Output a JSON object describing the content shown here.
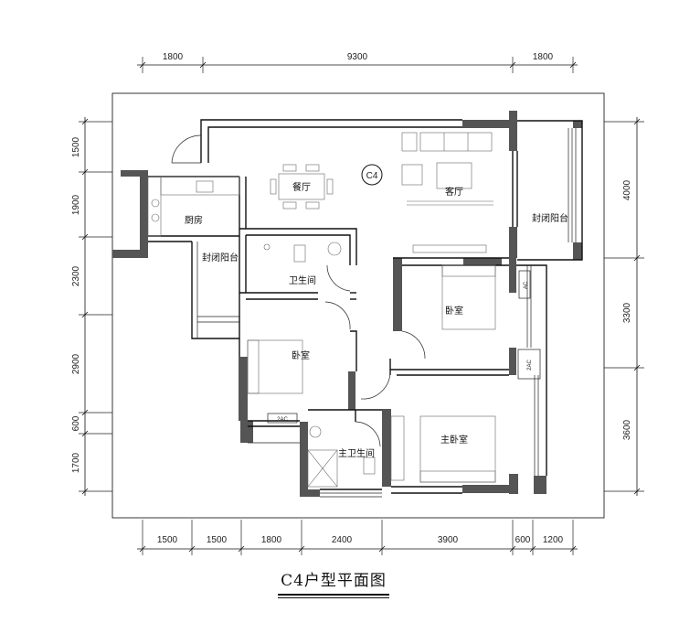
{
  "title": "C4户型平面图",
  "unit_tag": "C4",
  "dimensions": {
    "top": [
      "1800",
      "9300",
      "1800"
    ],
    "bottom": [
      "1500",
      "1500",
      "1800",
      "2400",
      "3900",
      "600",
      "1200"
    ],
    "left": [
      "1500",
      "1900",
      "2300",
      "2900",
      "600",
      "1700"
    ],
    "right": [
      "4000",
      "3300",
      "3600"
    ]
  },
  "rooms": {
    "dining": "餐厅",
    "living": "客厅",
    "kitchen": "厨房",
    "balcony_left": "封闭阳台",
    "balcony_right": "封闭阳台",
    "bathroom": "卫生间",
    "bedroom_center": "卧室",
    "bedroom_left": "卧室",
    "master_bedroom": "主卧室",
    "master_bath": "主卫生间"
  },
  "ac_labels": [
    "AC",
    "2AC",
    "2AC"
  ]
}
